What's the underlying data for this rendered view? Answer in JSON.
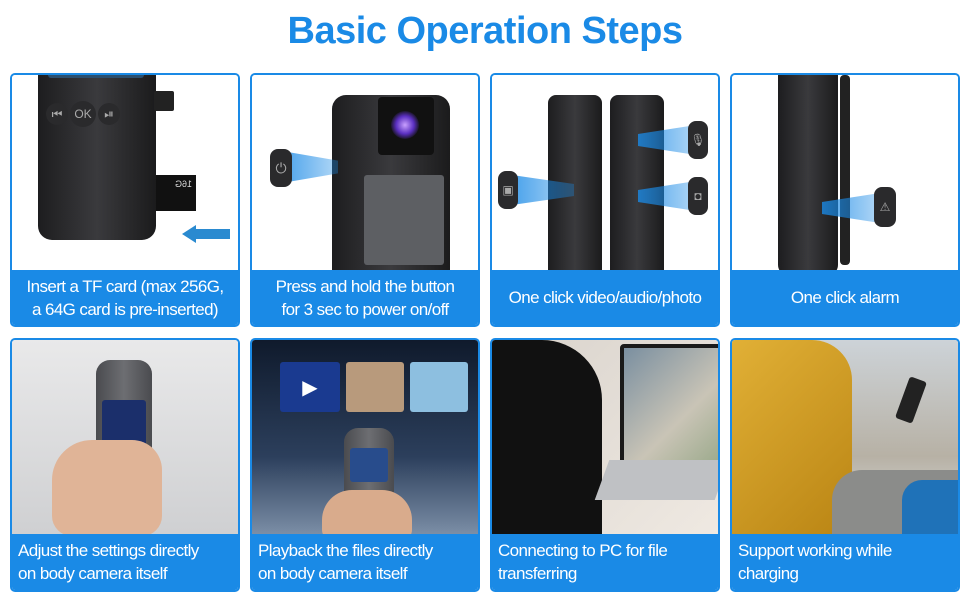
{
  "title": "Basic Operation Steps",
  "accent_color": "#1a8ae6",
  "steps": [
    {
      "caption_line1": "Insert a TF card (max 256G,",
      "caption_line2": "a 64G card is pre-inserted)",
      "image": "tf-card-insertion",
      "card_label": "16G",
      "buttons": [
        "⏮",
        "OK",
        "⏯"
      ]
    },
    {
      "caption_line1": "Press and hold the button",
      "caption_line2": "for 3 sec to power on/off",
      "image": "power-button"
    },
    {
      "caption_line1": "One click video/audio/photo",
      "caption_line2": "",
      "image": "video-audio-photo-buttons"
    },
    {
      "caption_line1": "One click alarm",
      "caption_line2": "",
      "image": "alarm-button"
    },
    {
      "caption_line1": "Adjust the settings directly",
      "caption_line2": "on body camera itself",
      "image": "settings-on-device"
    },
    {
      "caption_line1": "Playback the files directly",
      "caption_line2": "on body camera itself",
      "image": "playback-on-device"
    },
    {
      "caption_line1": "Connecting to PC for file",
      "caption_line2": "transferring",
      "image": "laptop-transfer"
    },
    {
      "caption_line1": "Support working while",
      "caption_line2": "charging",
      "image": "charging-outdoors"
    }
  ]
}
